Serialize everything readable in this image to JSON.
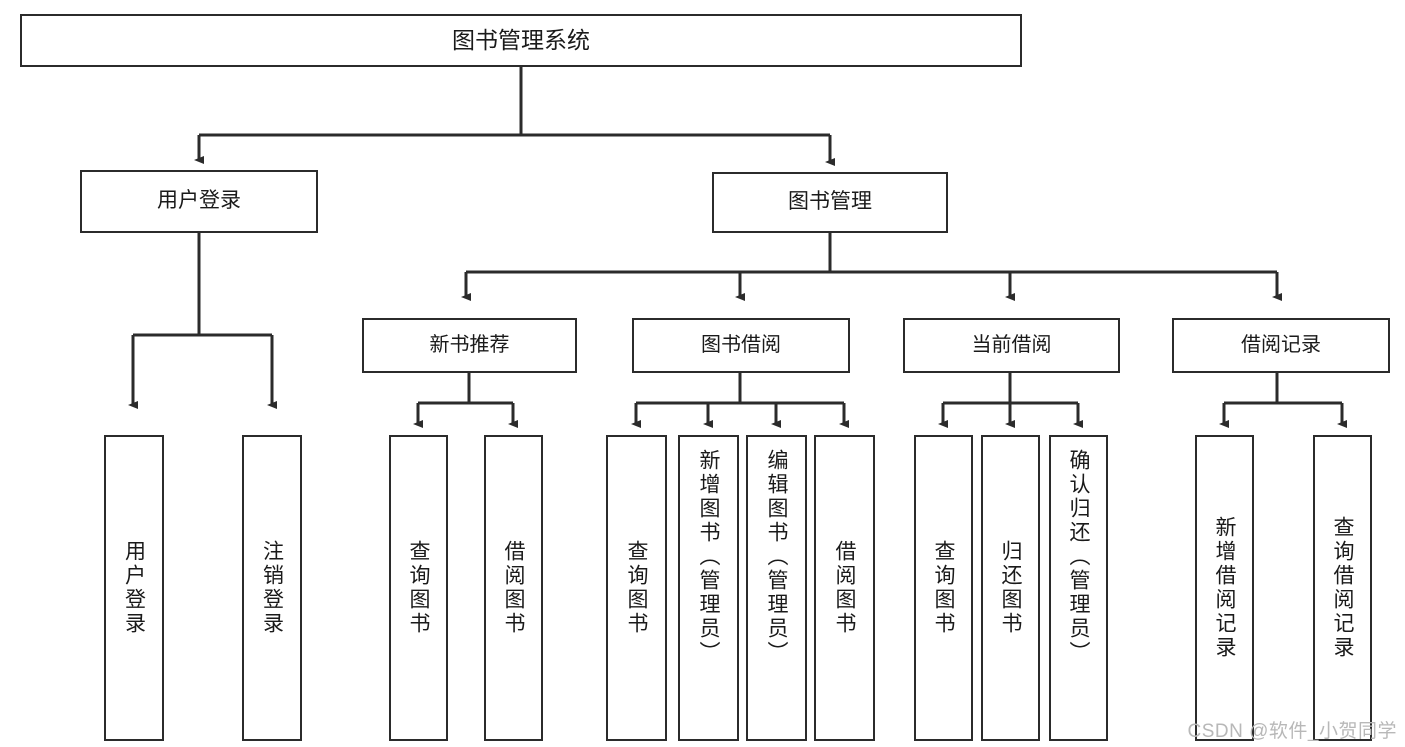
{
  "diagram": {
    "title": "图书管理系统",
    "type": "function-tree",
    "root": {
      "label": "图书管理系统"
    },
    "level2": [
      {
        "label": "用户登录"
      },
      {
        "label": "图书管理"
      }
    ],
    "level3": [
      {
        "label": "新书推荐"
      },
      {
        "label": "图书借阅"
      },
      {
        "label": "当前借阅"
      },
      {
        "label": "借阅记录"
      }
    ],
    "leaves": {
      "user_login": [
        {
          "label": "用户登录"
        },
        {
          "label": "注销登录"
        }
      ],
      "new_book_recommend": [
        {
          "label": "查询图书"
        },
        {
          "label": "借阅图书"
        }
      ],
      "book_borrow": [
        {
          "label": "查询图书"
        },
        {
          "label": "新增图书（管理员）"
        },
        {
          "label": "编辑图书（管理员）"
        },
        {
          "label": "借阅图书"
        }
      ],
      "current_borrow": [
        {
          "label": "查询图书"
        },
        {
          "label": "归还图书"
        },
        {
          "label": "确认归还（管理员）"
        }
      ],
      "borrow_record": [
        {
          "label": "新增借阅记录"
        },
        {
          "label": "查询借阅记录"
        }
      ]
    }
  },
  "watermark": {
    "text": "CSDN @软件_小贺同学"
  },
  "colors": {
    "stroke": "#2b2b2b",
    "background": "#ffffff",
    "text": "#1a1a1a",
    "watermark": "#b8b8b8"
  }
}
